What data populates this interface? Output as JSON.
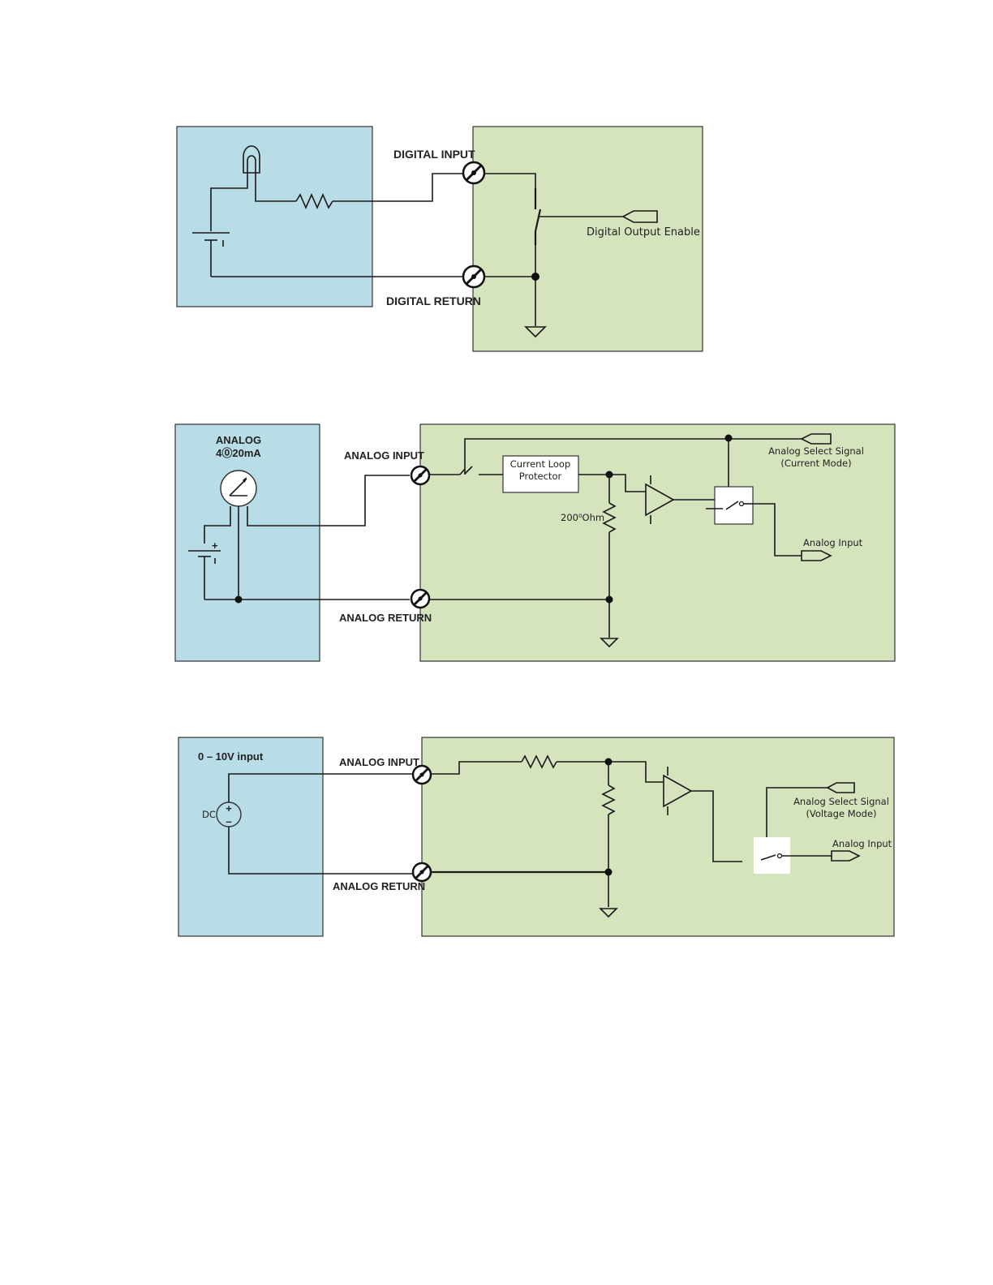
{
  "diagram1": {
    "digital_input_label": "DIGITAL INPUT",
    "digital_return_label": "DIGITAL RETURN",
    "output_enable_label": "Digital Output Enable"
  },
  "diagram2": {
    "analog_label_line1": "ANALOG",
    "analog_label_line2": "4⓪20mA",
    "analog_input_label": "ANALOG INPUT",
    "analog_return_label": "ANALOG RETURN",
    "protector_line1": "Current Loop",
    "protector_line2": "Protector",
    "resistor_label": "200⁰Ohm",
    "select_signal_line1": "Analog Select Signal",
    "select_signal_line2": "(Current Mode)",
    "analog_output_label": "Analog Input",
    "battery_plus": "+"
  },
  "diagram3": {
    "source_label": "0 – 10V input",
    "dc_label": "DC",
    "analog_input_label": "ANALOG INPUT",
    "analog_return_label": "ANALOG RETURN",
    "select_signal_line1": "Analog Select Signal",
    "select_signal_line2": "(Voltage Mode)",
    "analog_output_label": "Analog Input",
    "source_plus": "+",
    "source_minus": "–"
  }
}
